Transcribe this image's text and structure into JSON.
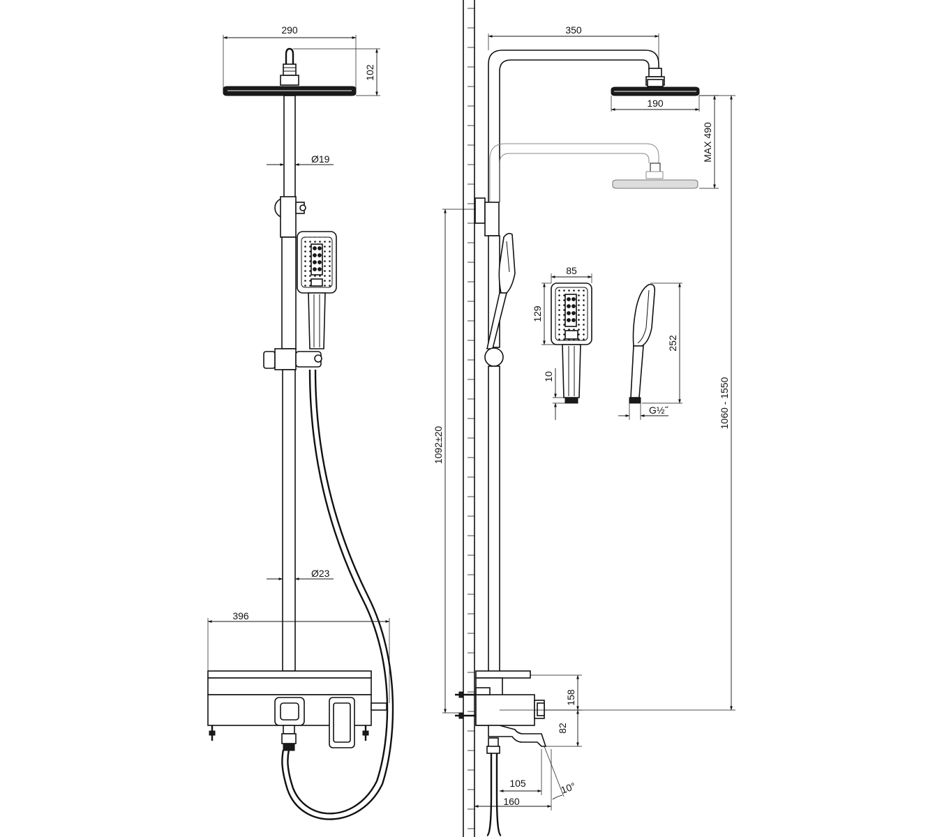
{
  "dimensions": {
    "head_width_front": "290",
    "head_height": "102",
    "bar_diameter_top": "Ø19",
    "bar_diameter_bottom": "Ø23",
    "mixer_width": "396",
    "arm_reach": "350",
    "head_width_side": "190",
    "max_height_adjust": "MAX 490",
    "total_height": "1060 - 1550",
    "mount_height": "1092±20",
    "hand_width": "85",
    "hand_head_height": "129",
    "hand_neck": "10",
    "hand_length": "252",
    "thread": "G½˝",
    "mixer_depth": "158",
    "spout_height": "82",
    "spout_105": "105",
    "spout_160": "160",
    "spout_angle": "10°"
  }
}
